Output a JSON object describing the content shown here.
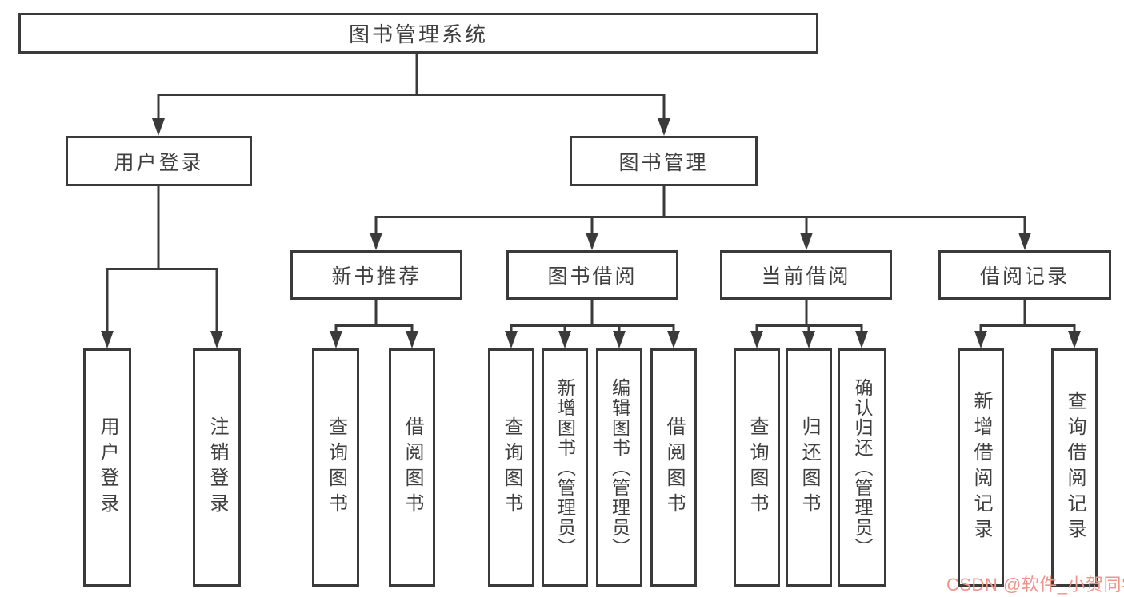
{
  "tree": {
    "label": "图书管理系统",
    "children": [
      {
        "label": "用户登录",
        "children": [
          {
            "label": "用户登录"
          },
          {
            "label": "注销登录"
          }
        ]
      },
      {
        "label": "图书管理",
        "children": [
          {
            "label": "新书推荐",
            "children": [
              {
                "label": "查询图书"
              },
              {
                "label": "借阅图书"
              }
            ]
          },
          {
            "label": "图书借阅",
            "children": [
              {
                "label": "查询图书"
              },
              {
                "label": "新增图书（管理员）"
              },
              {
                "label": "编辑图书（管理员）"
              },
              {
                "label": "借阅图书"
              }
            ]
          },
          {
            "label": "当前借阅",
            "children": [
              {
                "label": "查询图书"
              },
              {
                "label": "归还图书"
              },
              {
                "label": "确认归还（管理员）"
              }
            ]
          },
          {
            "label": "借阅记录",
            "children": [
              {
                "label": "新增借阅记录"
              },
              {
                "label": "查询借阅记录"
              }
            ]
          }
        ]
      }
    ]
  },
  "watermark": {
    "text": "CSDN @软件_小贺同学"
  },
  "colors": {
    "line": "#3a3a3a",
    "text": "#3f3f3f",
    "watermark_text": "#ef948a",
    "background": "#ffffff"
  }
}
